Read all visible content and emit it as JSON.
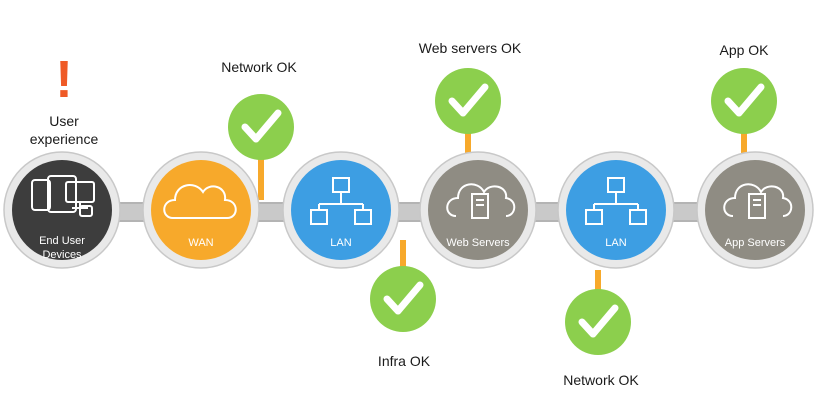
{
  "colors": {
    "pipe": "#c9c9c9",
    "pipe_edge": "#a9a9a9",
    "ring": "#e7e7e7",
    "ring_edge": "#c8c8c8",
    "devices": "#3d3d3d",
    "wan": "#f7a92b",
    "lan": "#3d9ee3",
    "servers": "#8f8c83",
    "check": "#8ccf4d",
    "connector": "#f7a92b",
    "alert": "#ef5a26"
  },
  "nodes": [
    {
      "id": "end-user-devices",
      "icon": "devices-icon",
      "label_line1": "End User",
      "label_line2": "Devices",
      "color": "devices"
    },
    {
      "id": "wan",
      "icon": "cloud-icon",
      "label_line1": "WAN",
      "label_line2": "",
      "color": "wan"
    },
    {
      "id": "lan-1",
      "icon": "network-icon",
      "label_line1": "LAN",
      "label_line2": "",
      "color": "lan"
    },
    {
      "id": "web-servers",
      "icon": "cloud-server-icon",
      "label_line1": "Web Servers",
      "label_line2": "",
      "color": "servers"
    },
    {
      "id": "lan-2",
      "icon": "network-icon",
      "label_line1": "LAN",
      "label_line2": "",
      "color": "lan"
    },
    {
      "id": "app-servers",
      "icon": "cloud-server-icon",
      "label_line1": "App Servers",
      "label_line2": "",
      "color": "servers"
    }
  ],
  "status": {
    "alert_symbol": "!",
    "user_experience_line1": "User",
    "user_experience_line2": "experience",
    "checks": [
      {
        "id": "network-ok-1",
        "label": "Network OK",
        "icon": "checkmark-icon"
      },
      {
        "id": "web-servers-ok",
        "label": "Web servers OK",
        "icon": "checkmark-icon"
      },
      {
        "id": "app-ok",
        "label": "App OK",
        "icon": "checkmark-icon"
      },
      {
        "id": "infra-ok",
        "label": "Infra OK",
        "icon": "checkmark-icon"
      },
      {
        "id": "network-ok-2",
        "label": "Network OK",
        "icon": "checkmark-icon"
      }
    ]
  }
}
